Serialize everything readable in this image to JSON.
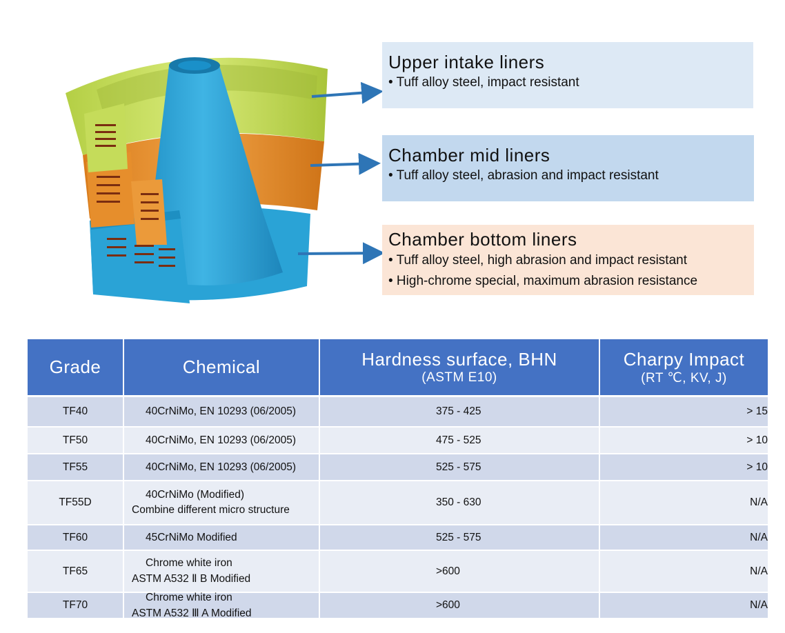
{
  "callouts": [
    {
      "title": "Upper intake liners",
      "points": [
        "• Tuff alloy steel, impact resistant"
      ]
    },
    {
      "title": "Chamber mid liners",
      "points": [
        "• Tuff alloy steel, abrasion and impact resistant"
      ]
    },
    {
      "title": "Chamber bottom liners",
      "points": [
        "• Tuff alloy steel, high abrasion and impact resistant",
        "• High-chrome special, maximum abrasion resistance"
      ]
    }
  ],
  "table": {
    "headers": {
      "grade": "Grade",
      "chemical": "Chemical",
      "hardness": "Hardness surface, BHN",
      "hardness_sub": "(ASTM E10)",
      "charpy": "Charpy Impact",
      "charpy_sub": "(RT ℃, KV, J)"
    },
    "rows": [
      {
        "grade": "TF40",
        "chem1": "40CrNiMo, EN 10293 (06/2005)",
        "chem2": "",
        "hardness": "375 - 425",
        "charpy": "> 15"
      },
      {
        "grade": "TF50",
        "chem1": "40CrNiMo, EN 10293 (06/2005)",
        "chem2": "",
        "hardness": "475 - 525",
        "charpy": "> 10"
      },
      {
        "grade": "TF55",
        "chem1": "40CrNiMo, EN 10293 (06/2005)",
        "chem2": "",
        "hardness": "525 - 575",
        "charpy": "> 10"
      },
      {
        "grade": "TF55D",
        "chem1": "40CrNiMo (Modified)",
        "chem2": "Combine different micro structure",
        "hardness": "350 - 630",
        "charpy": "N/A"
      },
      {
        "grade": "TF60",
        "chem1": "45CrNiMo Modified",
        "chem2": "",
        "hardness": "525 - 575",
        "charpy": "N/A"
      },
      {
        "grade": "TF65",
        "chem1": "Chrome white iron",
        "chem2": "ASTM A532 Ⅱ B Modified",
        "hardness": ">600",
        "charpy": "N/A"
      },
      {
        "grade": "TF70",
        "chem1": "Chrome white iron",
        "chem2": "ASTM A532 Ⅲ A Modified",
        "hardness": ">600",
        "charpy": "N/A"
      }
    ]
  },
  "colors": {
    "header_bg": "#4472c4",
    "row_odd": "#d0d8ea",
    "row_even": "#e9edf5",
    "arrow": "#2e75b6",
    "upper_liner": "#c6dd5a",
    "mid_liner": "#e8902c",
    "bottom_liner": "#2fa8d8"
  }
}
